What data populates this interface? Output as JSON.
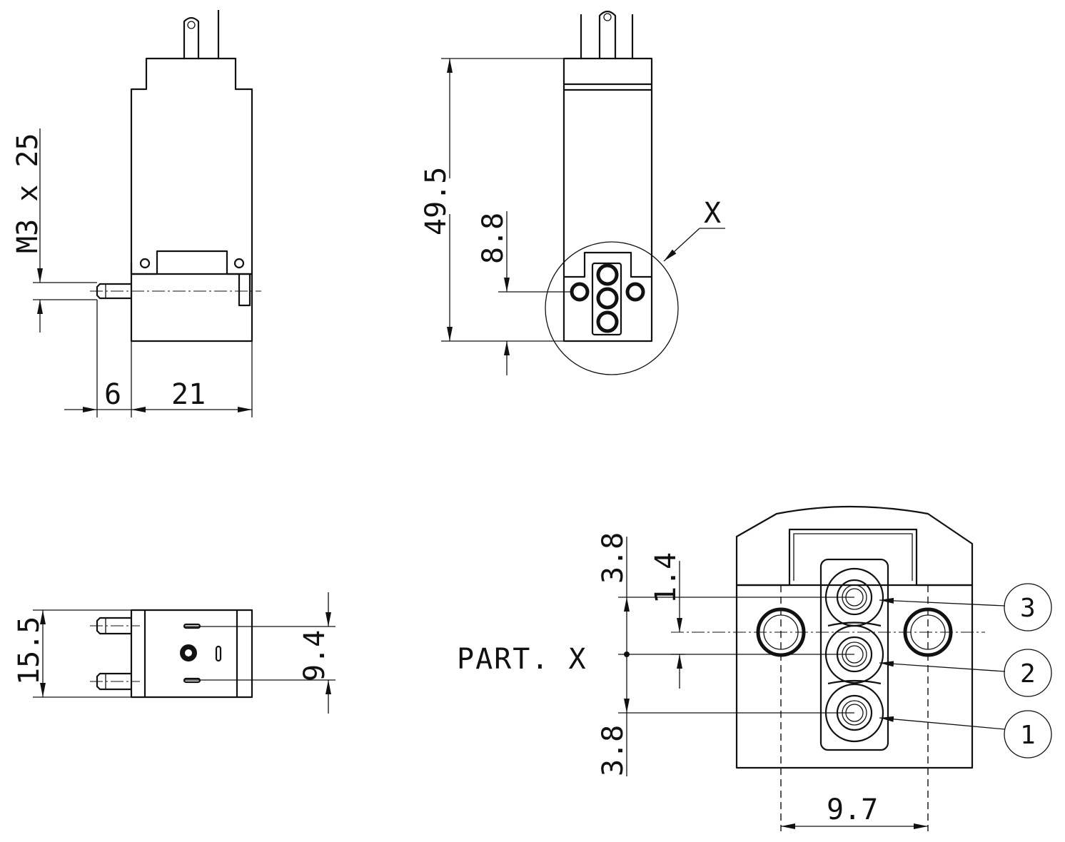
{
  "view_side": {
    "thread_label": "M3 x 25",
    "dim_6": "6",
    "dim_21": "21"
  },
  "view_front": {
    "dim_height": "49.5",
    "dim_offset": "8.8",
    "detail_label": "X"
  },
  "view_top": {
    "dim_width": "15.5",
    "dim_pin": "9.4"
  },
  "detail": {
    "title": "PART. X",
    "dim_top": "3.8",
    "dim_small": "1.4",
    "dim_bottom": "3.8",
    "dim_hole_spacing": "9.7",
    "pins": [
      "3",
      "2",
      "1"
    ]
  }
}
